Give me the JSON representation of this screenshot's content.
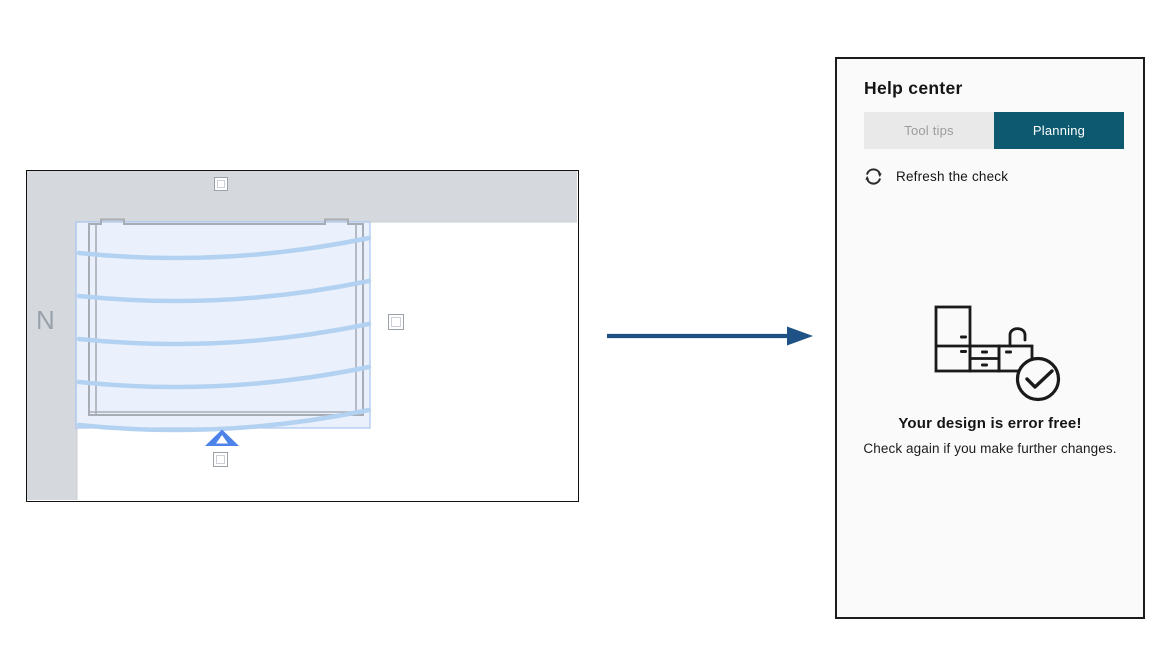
{
  "floor_plan": {
    "north_label": "N",
    "colors": {
      "wall": "#d5d8dd",
      "wall_edge": "#c9ccd2",
      "appliance_outline": "#a8adb5",
      "selection_fill": "#e6eefb",
      "selection_border": "#a9c4ec",
      "door_arc": "#b3d2f1",
      "direction_handle": "#4d83e8",
      "border": "#111111"
    }
  },
  "flow_arrow": {
    "color": "#1e5185"
  },
  "help_center": {
    "title": "Help center",
    "tabs": [
      {
        "label": "Tool tips",
        "active": false
      },
      {
        "label": "Planning",
        "active": true
      }
    ],
    "active_tab": "Planning",
    "refresh_label": "Refresh the check",
    "status": {
      "title": "Your design is error free!",
      "subtitle": "Check again if you make further changes."
    },
    "icons": {
      "refresh": "refresh-icon",
      "illustration": "kitchen-cabinets-icon",
      "check": "check-circle-icon"
    },
    "colors": {
      "panel_bg": "#fafafa",
      "active_tab_bg": "#0d5970",
      "inactive_tab_bg": "#e9e9e9",
      "illustration_stroke": "#1a1a1a"
    }
  }
}
